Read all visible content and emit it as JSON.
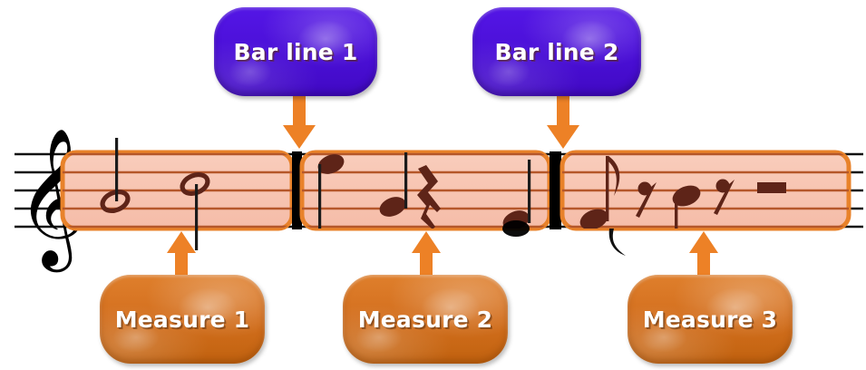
{
  "diagram": {
    "title": "Bar lines and measures on a musical staff",
    "colors": {
      "purple": "#4B10D8",
      "orange": "#D4701F",
      "measure_fill": "#F8C6B4",
      "measure_border": "#E8822A",
      "staff_line_inside": "#B5572A",
      "staff_line_outside": "#000000",
      "note_color": "#5E2418",
      "barline_color": "#000000",
      "label_text": "#FFFFFF",
      "background": "#FFFFFF"
    },
    "callouts": [
      {
        "id": "bar-line-1",
        "label": "Bar line 1",
        "style": "purple",
        "arrow": "down"
      },
      {
        "id": "bar-line-2",
        "label": "Bar line 2",
        "style": "purple",
        "arrow": "down"
      },
      {
        "id": "measure-1",
        "label": "Measure 1",
        "style": "orange",
        "arrow": "up"
      },
      {
        "id": "measure-2",
        "label": "Measure 2",
        "style": "orange",
        "arrow": "up"
      },
      {
        "id": "measure-3",
        "label": "Measure 3",
        "style": "orange",
        "arrow": "up"
      }
    ],
    "staff": {
      "clef": "treble-clef",
      "line_count": 5,
      "measures": [
        {
          "name": "Measure 1",
          "contents": [
            "half note",
            "half note"
          ]
        },
        {
          "name": "Measure 2",
          "contents": [
            "quarter note",
            "quarter note",
            "quarter rest",
            "quarter note"
          ]
        },
        {
          "name": "Measure 3",
          "contents": [
            "eighth note",
            "eighth rest",
            "eighth note",
            "eighth rest",
            "half rest"
          ]
        }
      ],
      "bar_lines": [
        "Bar line 1",
        "Bar line 2"
      ]
    }
  }
}
